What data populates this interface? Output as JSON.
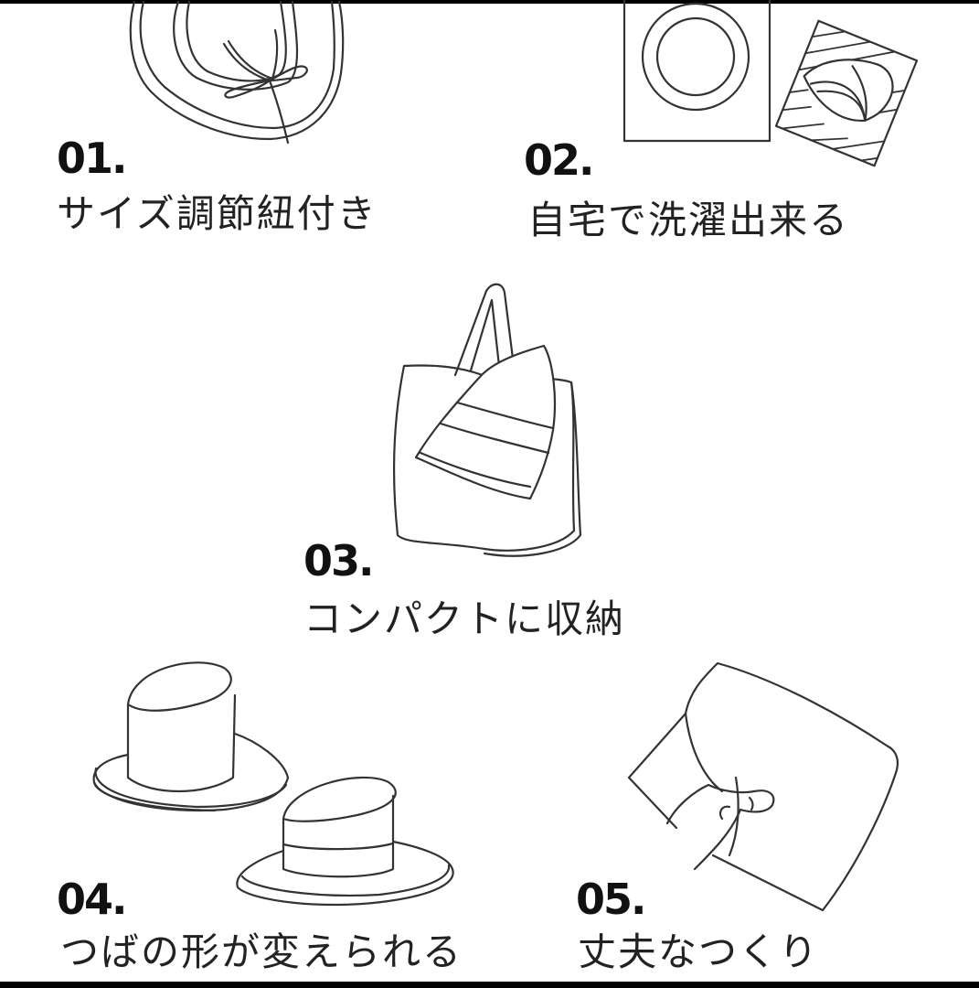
{
  "features": [
    {
      "number": "01.",
      "label": "サイズ調節紐付き",
      "illustration": "hat-drawstring-icon"
    },
    {
      "number": "02.",
      "label": "自宅で洗濯出来る",
      "illustration": "washing-machine-icon"
    },
    {
      "number": "03.",
      "label": "コンパクトに収納",
      "illustration": "folded-hat-in-bag-icon"
    },
    {
      "number": "04.",
      "label": "つばの形が変えられる",
      "illustration": "two-hats-brim-icon"
    },
    {
      "number": "05.",
      "label": "丈夫なつくり",
      "illustration": "hand-pulling-fabric-icon"
    }
  ],
  "colors": {
    "text": "#222222",
    "line": "#333333",
    "background": "#ffffff",
    "frame": "#000000"
  }
}
